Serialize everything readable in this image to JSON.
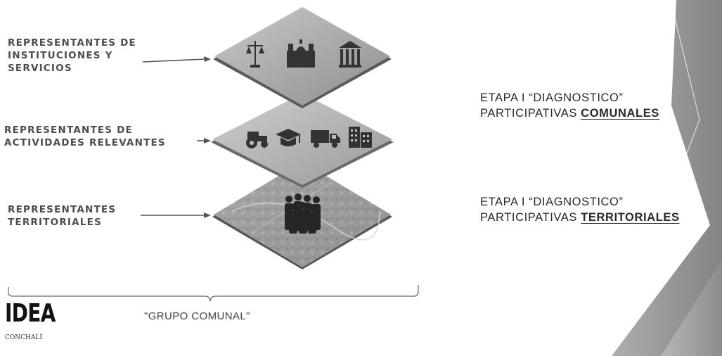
{
  "levels": [
    {
      "label_lines": [
        "REPRESENTANTES DE",
        "INSTITUCIONES Y",
        "SERVICIOS"
      ]
    },
    {
      "label_lines": [
        "REPRESENTANTES DE",
        "ACTIVIDADES RELEVANTES"
      ]
    },
    {
      "label_lines": [
        "REPRESENTANTES",
        "TERRITORIALES"
      ]
    }
  ],
  "etapas": [
    {
      "line1": "ETAPA I “DIAGNOSTICO”",
      "line2_prefix": "PARTICIPATIVAS ",
      "line2_bold": "COMUNALES"
    },
    {
      "line1": "ETAPA I “DIAGNOSTICO”",
      "line2_prefix": "PARTICIPATIVAS ",
      "line2_bold": "TERRITORIALES"
    }
  ],
  "group_label": "\"GRUPO COMUNAL\"",
  "logo": {
    "text": "IDEA",
    "subtext": "CONCHALÍ"
  },
  "icons": {
    "top": [
      "scales-icon",
      "cathedral-icon",
      "courthouse-icon"
    ],
    "middle": [
      "tractor-icon",
      "graduation-cap-icon",
      "truck-icon",
      "office-building-icon"
    ],
    "bottom": [
      "crowd-icon"
    ]
  },
  "colors": {
    "plane": "#a3a3a3",
    "text": "#4d4d4d",
    "accent_dark": "#555555"
  }
}
